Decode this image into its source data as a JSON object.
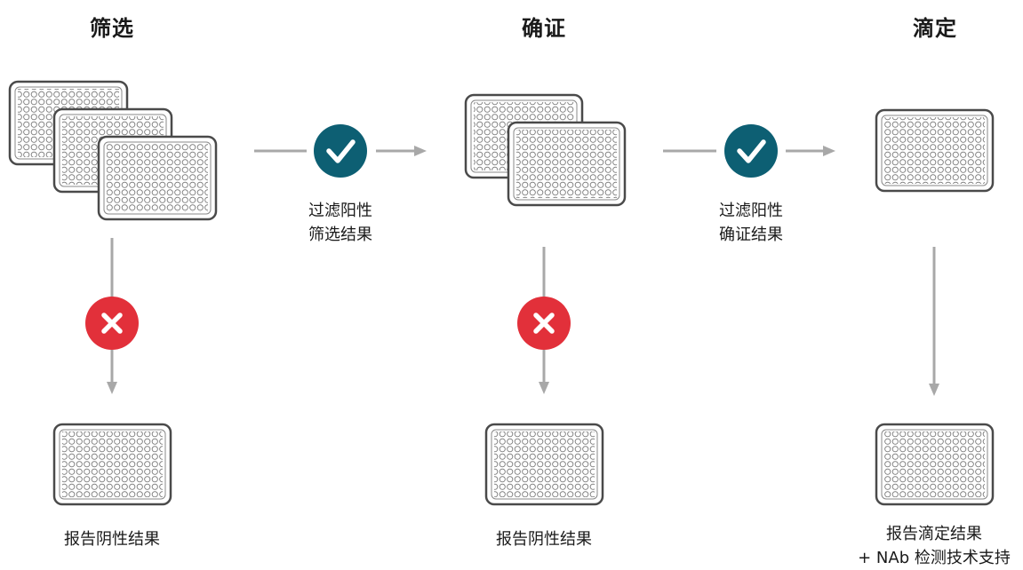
{
  "stages": [
    {
      "title": "筛选",
      "report": "报告阴性结果"
    },
    {
      "title": "确证",
      "report": "报告阴性结果"
    },
    {
      "title": "滴定",
      "report": "报告滴定结果",
      "report_extra": "+ NAb 检测技术支持"
    }
  ],
  "transitions": [
    {
      "line1": "过滤阳性",
      "line2": "筛选结果"
    },
    {
      "line1": "过滤阳性",
      "line2": "确证结果"
    }
  ],
  "colors": {
    "check": "#0d5f73",
    "cross": "#e2303a",
    "arrow": "#a8a8a8",
    "plate_stroke": "#4a4a4a"
  },
  "icons": {
    "pass": "check-icon",
    "fail": "close-icon"
  }
}
